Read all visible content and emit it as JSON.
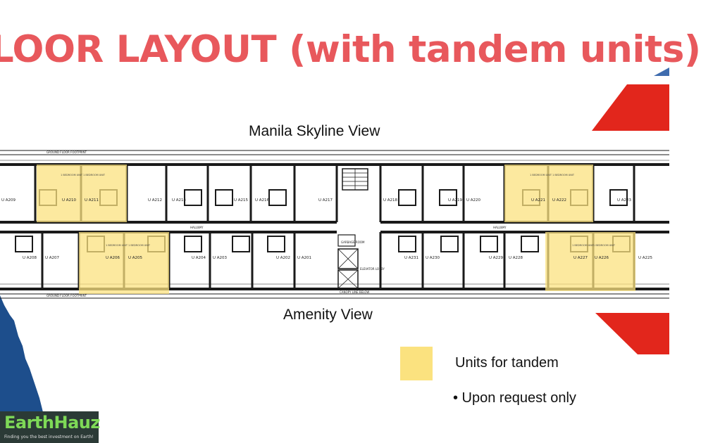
{
  "slide": {
    "title": "LOOR LAYOUT (with tandem units)",
    "top_view_label": "Manila Skyline View",
    "bottom_view_label": "Amenity View"
  },
  "floorplan": {
    "top_row_labels": [
      "U A209",
      "U A210",
      "U A211",
      "U A212",
      "U A214",
      "U A215",
      "U A216",
      "U A217",
      "U A218",
      "U A219",
      "U A220",
      "U A221",
      "U A222",
      "U A223"
    ],
    "bottom_row_labels": [
      "U A208",
      "U A207",
      "U A206",
      "U A205",
      "U A204",
      "U A203",
      "U A202",
      "U A201",
      "U A231",
      "U A230",
      "U A229",
      "U A228",
      "U A227",
      "U A226",
      "U A225"
    ],
    "hallway_label": "HALLWAY",
    "elevator_lobby_label": "ELEVATOR LOBBY",
    "garbage_room_label": "GARBAGE ROOM",
    "footprint_label": "GROUND FLOOR FOOTPRINT",
    "canopy_label": "CANOPY LINE BELOW",
    "unit_type_label": "1 BEDROOM UNIT",
    "highlight_color": "#fbe27f"
  },
  "legend": {
    "label": "Units for tandem",
    "note": "• Upon request only",
    "color": "#fbe27f"
  },
  "logo": {
    "wordmark": "EarthHauz",
    "tagline": "Finding you the best investment on Earth!"
  },
  "colors": {
    "accent_red": "#e2261c",
    "accent_blue": "#1d4e8c",
    "title_color": "#e8585c"
  }
}
